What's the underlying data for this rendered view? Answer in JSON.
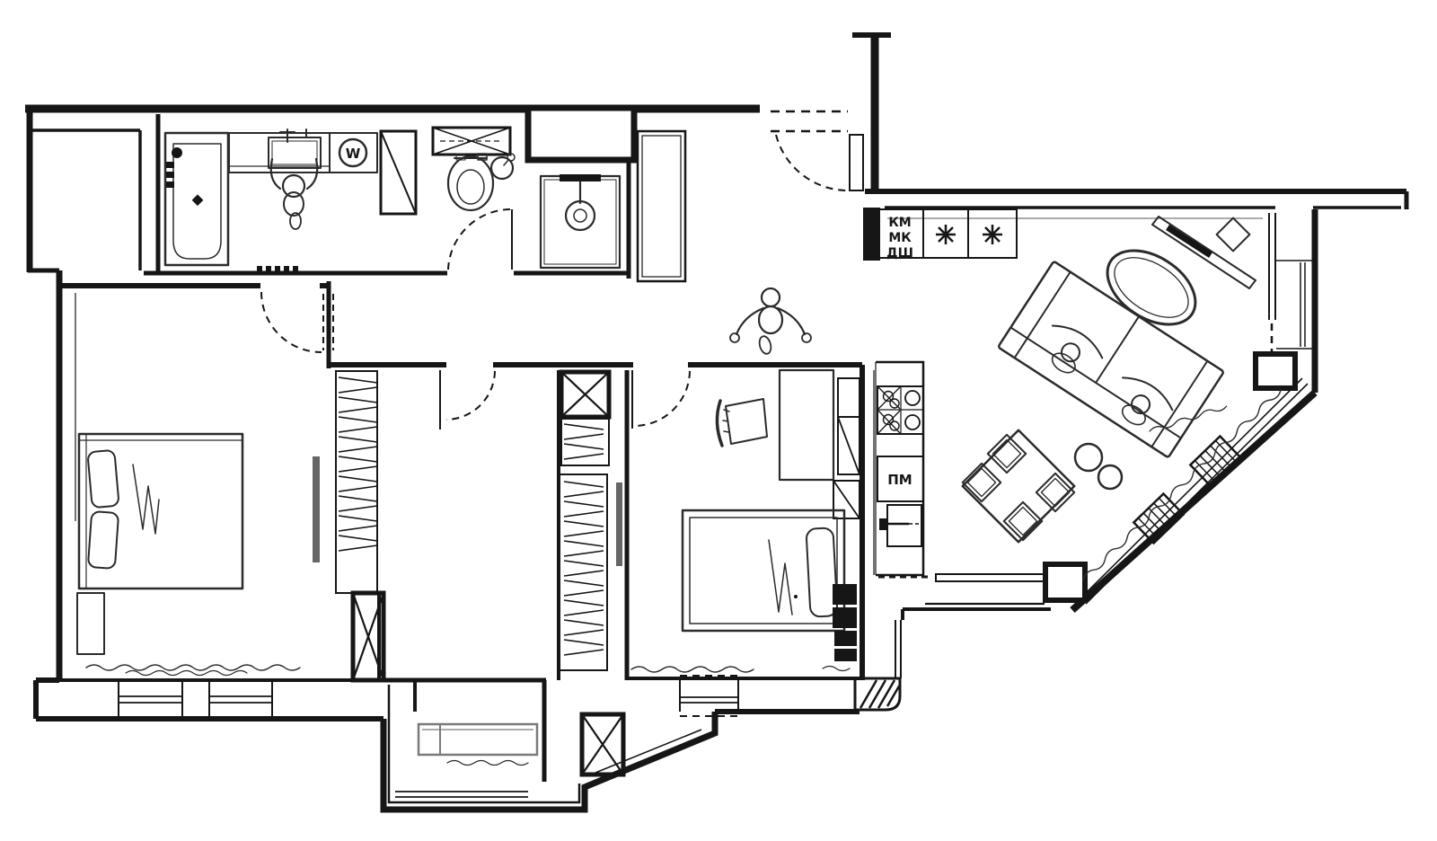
{
  "colors": {
    "paper": "#ffffff",
    "ink": "#161616",
    "ink-soft": "#2b2b2b",
    "gray": "#7a7a7a",
    "bar": "#666666"
  },
  "labels": {
    "washer": "W",
    "appliance_column": [
      "КМ",
      "МК",
      "ДШ"
    ],
    "dishwasher": "ПМ"
  },
  "icons": {
    "washer_drum": "circled-W",
    "oven_marks": "eight-spoke-asterisk x2",
    "hob": "four-burner-grid",
    "shower_head": "circle-on-stem",
    "toilet": "cistern-and-bowl",
    "bathtub": "tub-with-faucet",
    "door_swing": "dashed-quarter-arc",
    "wardrobe_fill": "zigzag-hatch",
    "shaft": "x-crossed-box",
    "radiator": "rung-hatch-block",
    "person": "top-view-figure"
  }
}
